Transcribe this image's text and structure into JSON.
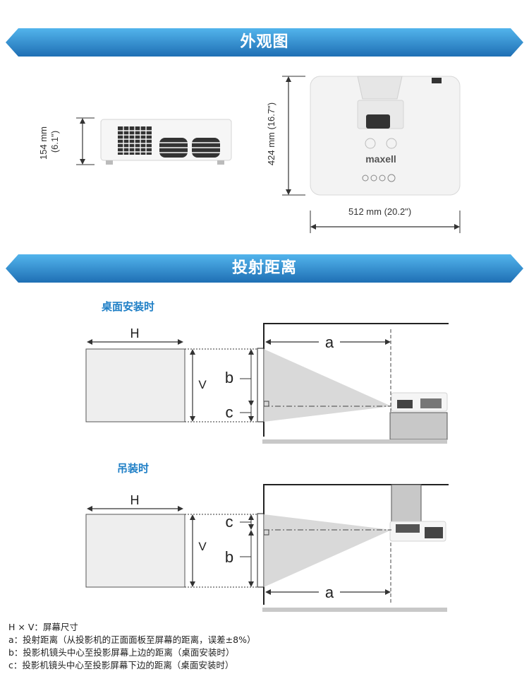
{
  "colors": {
    "banner_top": "#4aaee8",
    "banner_bottom": "#1f6fb4",
    "accent_blue": "#1f7fc6",
    "screen_fill": "#eeeeee",
    "floor_gray": "#c8c8c8",
    "beam_gray": "#d0d0d0"
  },
  "sections": {
    "exterior_title": "外观图",
    "throw_title": "投射距离"
  },
  "exterior": {
    "height_mm": "154 mm",
    "height_in": "(6.1\")",
    "depth_label": "424 mm (16.7\")",
    "width_label": "512 mm (20.2\")",
    "brand_logo": "maxell"
  },
  "desktop": {
    "heading": "桌面安装时",
    "h": "H",
    "v": "V",
    "a": "a",
    "b": "b",
    "c": "c"
  },
  "ceiling": {
    "heading": "吊装时",
    "h": "H",
    "v": "V",
    "a": "a",
    "b": "b",
    "c": "c"
  },
  "legend": [
    "H × V：屏幕尺寸",
    "a：投射距离（从投影机的正面面板至屏幕的距离，误差±8%）",
    "b：投影机镜头中心至投影屏幕上边的距离（桌面安装时）",
    "c：投影机镜头中心至投影屏幕下边的距离（桌面安装时）"
  ]
}
